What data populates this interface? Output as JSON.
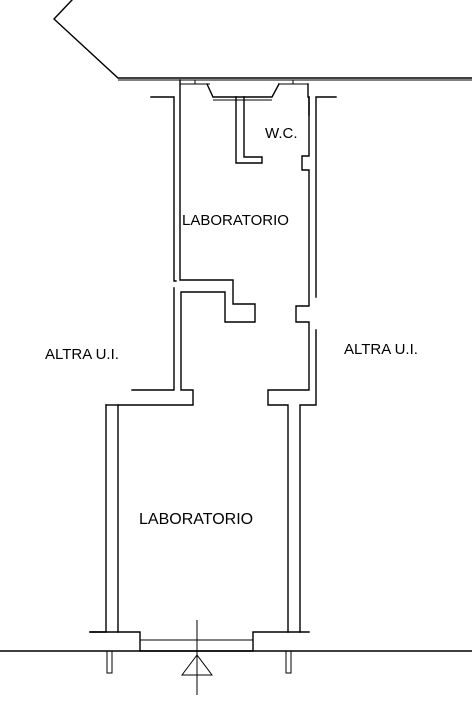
{
  "labels": {
    "wc": "W.C.",
    "laboratorio_upper": "LABORATORIO",
    "laboratorio_lower": "LABORATORIO",
    "altra_ui_left": "ALTRA U.I.",
    "altra_ui_right": "ALTRA U.I."
  },
  "colors": {
    "background": "#ffffff",
    "line": "#000000"
  }
}
